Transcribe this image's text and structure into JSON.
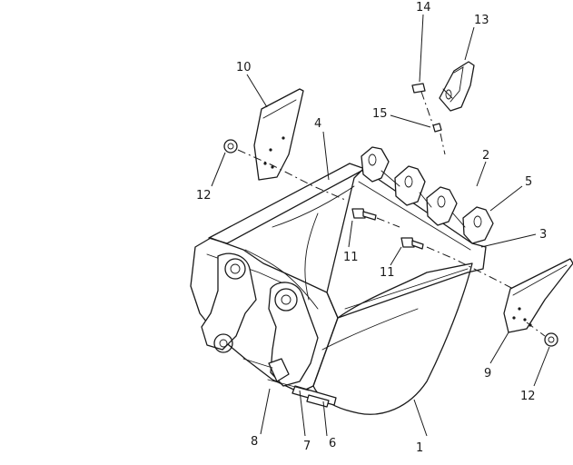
{
  "callouts": [
    {
      "id": "c1",
      "text": "1"
    },
    {
      "id": "c2",
      "text": "2"
    },
    {
      "id": "c3",
      "text": "3"
    },
    {
      "id": "c4",
      "text": "4"
    },
    {
      "id": "c5",
      "text": "5"
    },
    {
      "id": "c6",
      "text": "6"
    },
    {
      "id": "c7",
      "text": "7"
    },
    {
      "id": "c8",
      "text": "8"
    },
    {
      "id": "c9",
      "text": "9"
    },
    {
      "id": "c10",
      "text": "10"
    },
    {
      "id": "c11a",
      "text": "11"
    },
    {
      "id": "c11b",
      "text": "11"
    },
    {
      "id": "c12a",
      "text": "12"
    },
    {
      "id": "c12b",
      "text": "12"
    },
    {
      "id": "c13",
      "text": "13"
    },
    {
      "id": "c14",
      "text": "14"
    },
    {
      "id": "c15",
      "text": "15"
    }
  ]
}
